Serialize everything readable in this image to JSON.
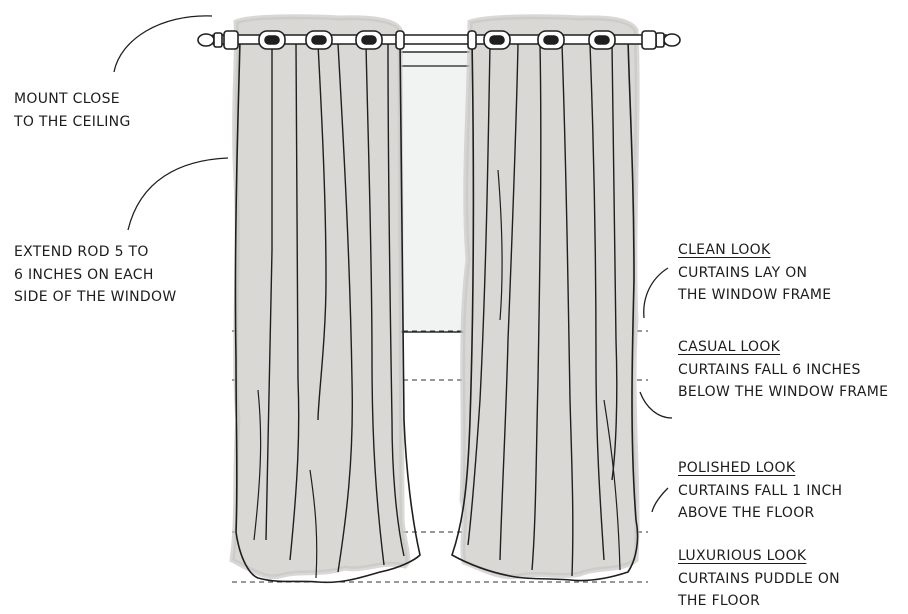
{
  "annotations": {
    "mount": {
      "lines": [
        "MOUNT CLOSE",
        "TO THE CEILING"
      ]
    },
    "extend": {
      "lines": [
        "EXTEND ROD 5 TO",
        "6 INCHES ON EACH",
        "SIDE OF THE WINDOW"
      ]
    },
    "clean": {
      "heading": "CLEAN LOOK",
      "lines": [
        "CURTAINS LAY ON",
        "THE WINDOW FRAME"
      ]
    },
    "casual": {
      "heading": "CASUAL LOOK",
      "lines": [
        "CURTAINS FALL 6 INCHES",
        "BELOW THE WINDOW FRAME"
      ]
    },
    "polished": {
      "heading": "POLISHED LOOK",
      "lines": [
        "CURTAINS FALL 1 INCH",
        "ABOVE THE FLOOR"
      ]
    },
    "luxurious": {
      "heading": "LUXURIOUS LOOK",
      "lines": [
        "CURTAINS PUDDLE ON",
        "THE FLOOR"
      ]
    }
  },
  "colors": {
    "fabric": "#d9d8d4",
    "fabric_shadow": "#c9c8c4",
    "ink": "#1f1f1f",
    "window": "#f1f3f3",
    "dashes": "#333333"
  },
  "icons": [
    "curtain-rod-icon",
    "curtain-panel-icon",
    "window-icon",
    "grommet-icon",
    "finial-icon"
  ]
}
